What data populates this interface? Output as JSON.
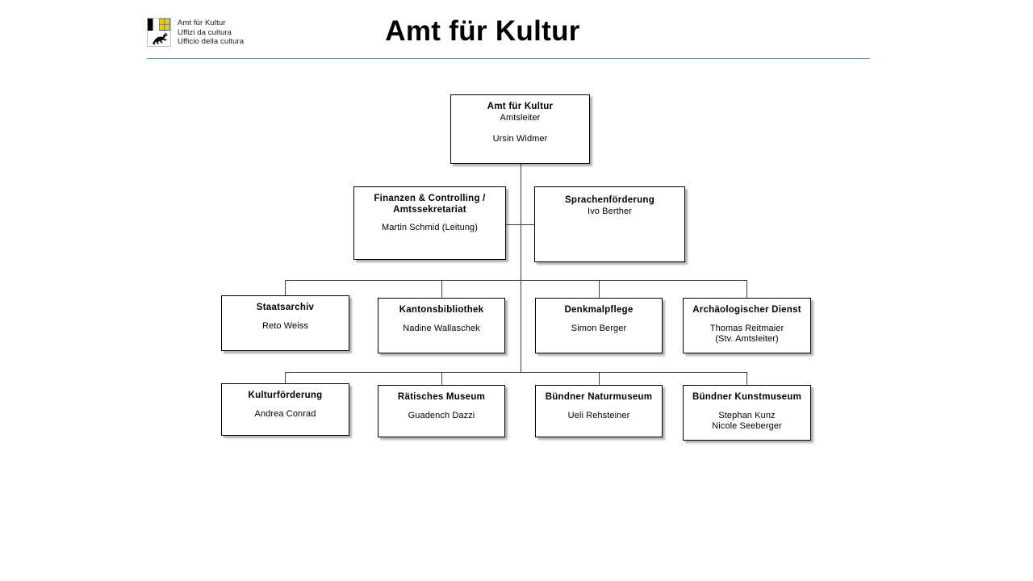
{
  "header": {
    "title": "Amt für Kultur",
    "logo_icon": "graubuenden-coat-of-arms-icon",
    "logo_lines": [
      "Amt für Kultur",
      "Uffizi da cultura",
      "Ufficio della cultura"
    ],
    "rule_color": "#6f9ab5"
  },
  "chart": {
    "type": "org-chart",
    "line_color": "#3d3d3d",
    "box_border_color": "#000000",
    "nodes": {
      "root": {
        "title": "Amt für Kultur",
        "role": "Amtsleiter",
        "person": "Ursin Widmer"
      },
      "staff_left": {
        "title": "Finanzen & Controlling  /\nAmtssekretariat",
        "person": "Martin Schmid (Leitung)"
      },
      "staff_right": {
        "title": "Sprachenförderung",
        "person": "Ivo Berther"
      },
      "row3": [
        {
          "title": "Staatsarchiv",
          "person": "Reto Weiss"
        },
        {
          "title": "Kantonsbibliothek",
          "person": "Nadine Wallaschek"
        },
        {
          "title": "Denkmalpflege",
          "person": "Simon Berger"
        },
        {
          "title": "Archäologischer Dienst",
          "person": "Thomas Reitmaier\n(Stv. Amtsleiter)"
        }
      ],
      "row4": [
        {
          "title": "Kulturförderung",
          "person": "Andrea Conrad"
        },
        {
          "title": "Rätisches Museum",
          "person": "Guadench Dazzi"
        },
        {
          "title": "Bündner Naturmuseum",
          "person": "Ueli Rehsteiner"
        },
        {
          "title": "Bündner Kunstmuseum",
          "person": "Stephan Kunz\nNicole Seeberger"
        }
      ]
    }
  }
}
